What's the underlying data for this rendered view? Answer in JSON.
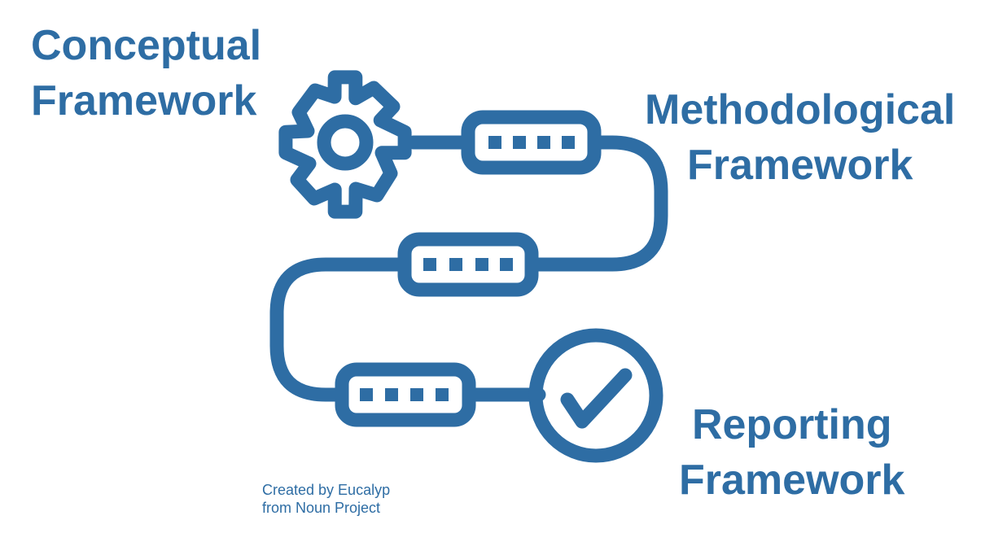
{
  "labels": {
    "conceptual": {
      "line1": "Conceptual",
      "line2": "Framework"
    },
    "methodological": {
      "line1": "Methodological",
      "line2": "Framework"
    },
    "reporting": {
      "line1": "Reporting",
      "line2": "Framework"
    }
  },
  "credit": {
    "line1": "Created by Eucalyp",
    "line2": "from Noun Project"
  },
  "colors": {
    "primary": "#2e6da4",
    "background": "#ffffff"
  },
  "icons": [
    "gear-icon",
    "connector-block-icon",
    "checkmark-circle-icon"
  ]
}
